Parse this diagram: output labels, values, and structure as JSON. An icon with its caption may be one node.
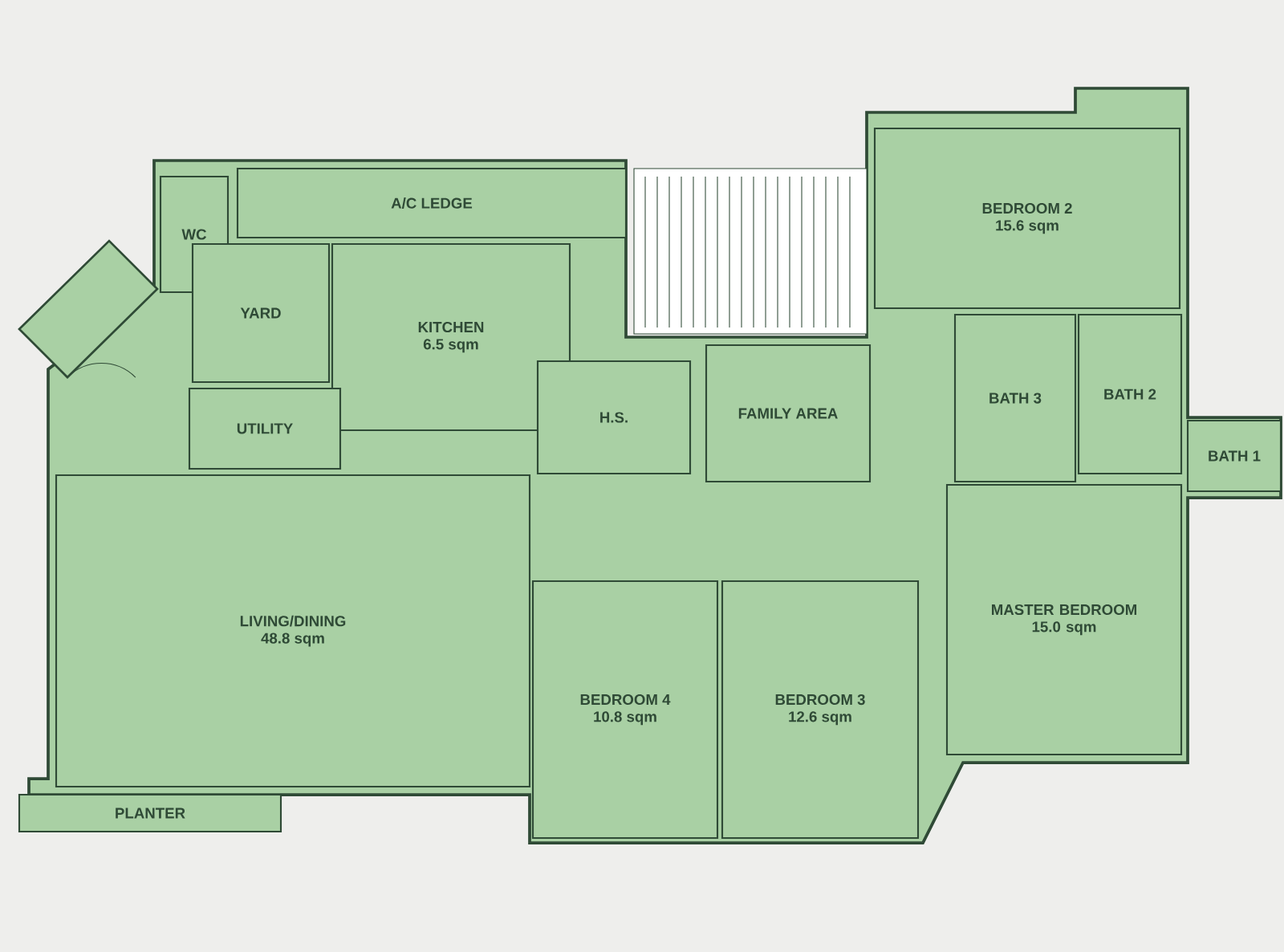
{
  "diagram": {
    "nodes": [
      {
        "text": [
          "A/C LEDGE"
        ]
      },
      {
        "text": [
          "WC"
        ]
      },
      {
        "text": [
          "YARD"
        ]
      },
      {
        "text": [
          "KITCHEN",
          "6.5 sqm"
        ]
      },
      {
        "text": [
          "UTILITY"
        ]
      },
      {
        "text": [
          "H.S."
        ]
      },
      {
        "text": [
          "FAMILY AREA"
        ]
      },
      {
        "text": [
          "BEDROOM 2",
          "15.6 sqm"
        ]
      },
      {
        "text": [
          "BATH 3"
        ]
      },
      {
        "text": [
          "BATH 2"
        ]
      },
      {
        "text": [
          "BATH 1"
        ]
      },
      {
        "text": [
          "LIVING/DINING",
          "48.8 sqm"
        ]
      },
      {
        "text": [
          "BEDROOM 4",
          "10.8 sqm"
        ]
      },
      {
        "text": [
          "BEDROOM 3",
          "12.6 sqm"
        ]
      },
      {
        "text": [
          "MASTER BEDROOM",
          "15.0 sqm"
        ]
      },
      {
        "text": [
          "PLANTER"
        ]
      }
    ]
  }
}
